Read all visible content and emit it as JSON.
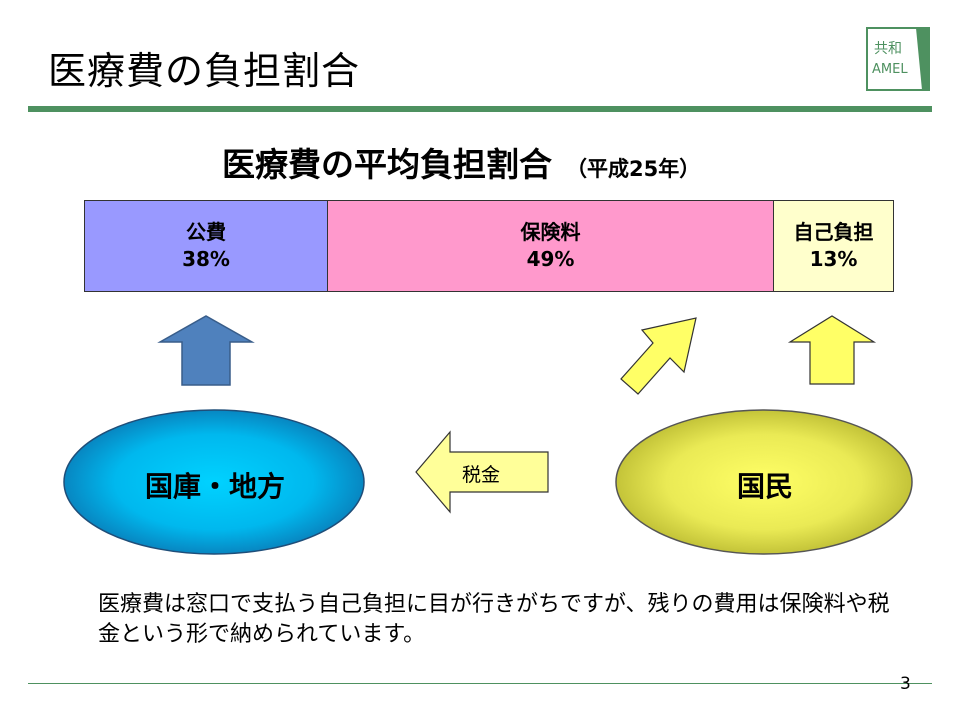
{
  "slide": {
    "title": "医療費の負担割合",
    "page_number": "3"
  },
  "logo": {
    "line1": "共和",
    "line2": "AMEL",
    "color": "#4e9160"
  },
  "diagram": {
    "heading": "医療費の平均負担割合",
    "heading_note": "（平成25年）",
    "segments": [
      {
        "label": "公費",
        "value": "38%",
        "color": "#9999ff"
      },
      {
        "label": "保険料",
        "value": "49%",
        "color": "#ff99cc"
      },
      {
        "label": "自己負担",
        "value": "13%",
        "color": "#ffffcc"
      }
    ],
    "sources": {
      "government": "国庫・地方",
      "citizens": "国民",
      "tax_arrow_label": "税金"
    }
  },
  "note": "医療費は窓口で支払う自己負担に目が行きがちですが、残りの費用は保険料や税金という形で納められています。"
}
